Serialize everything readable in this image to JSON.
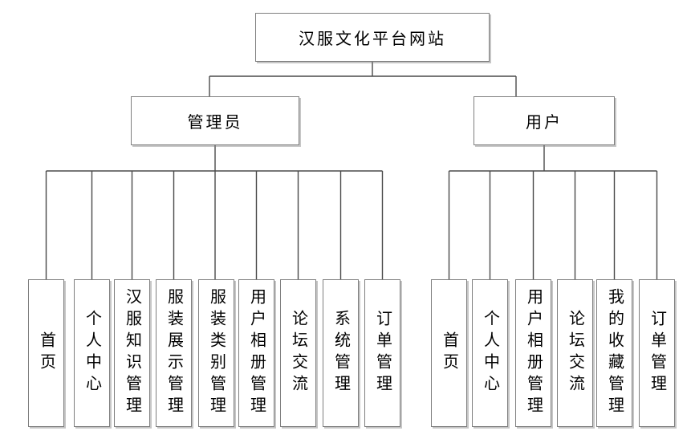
{
  "diagram": {
    "root": {
      "label": "汉服文化平台网站"
    },
    "branches": [
      {
        "label": "管理员",
        "children": [
          {
            "label": "首页"
          },
          {
            "label": "个人中心"
          },
          {
            "label": "汉服知识管理"
          },
          {
            "label": "服装展示管理"
          },
          {
            "label": "服装类别管理"
          },
          {
            "label": "用户相册管理"
          },
          {
            "label": "论坛交流"
          },
          {
            "label": "系统管理"
          },
          {
            "label": "订单管理"
          }
        ]
      },
      {
        "label": "用户",
        "children": [
          {
            "label": "首页"
          },
          {
            "label": "个人中心"
          },
          {
            "label": "用户相册管理"
          },
          {
            "label": "论坛交流"
          },
          {
            "label": "我的收藏管理"
          },
          {
            "label": "订单管理"
          }
        ]
      }
    ],
    "colors": {
      "line": "#4a4a4a",
      "box_border": "#7f7f7f",
      "box_bg": "#ffffff",
      "text": "#000000"
    }
  }
}
